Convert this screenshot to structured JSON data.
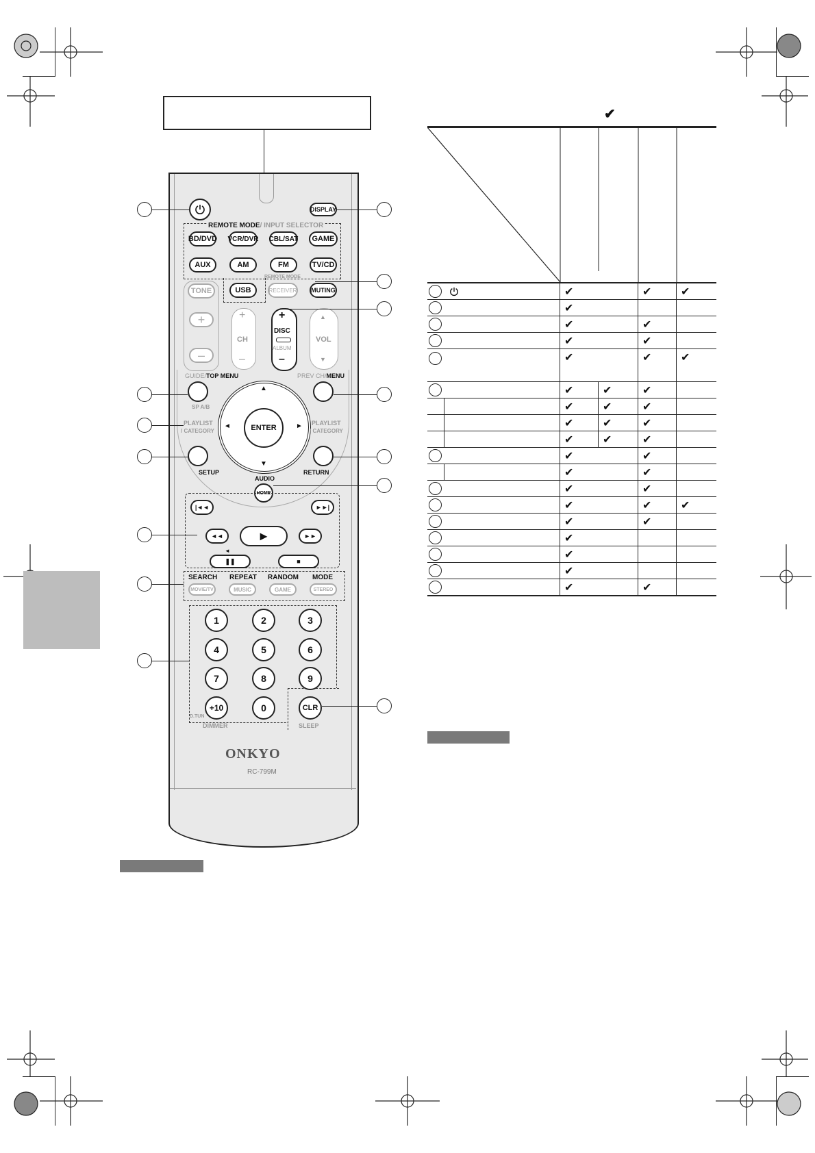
{
  "remote": {
    "model": "RC-799M",
    "brand": "ONKYO",
    "power_icon": "power-icon",
    "display_label": "DISPLAY",
    "remote_mode_label": "REMOTE MODE",
    "input_selector_label": "/ INPUT SELECTOR",
    "mode_buttons": [
      "BD/DVD",
      "VCR/DVR",
      "CBL/SAT",
      "GAME",
      "AUX",
      "AM",
      "FM",
      "TV/CD"
    ],
    "usb_label": "USB",
    "receiver_label": "RECEIVER",
    "remote_mode_small": "REMOTE MODE",
    "muting_label": "MUTING",
    "tone_label": "TONE",
    "plus": "+",
    "minus": "–",
    "ch_label": "CH",
    "disc_label": "DISC",
    "album_label": "ALBUM",
    "vol_label": "VOL",
    "guide_label": "GUIDE/",
    "top_menu_label": "TOP MENU",
    "prev_ch_label": "PREV CH/",
    "menu_label": "MENU",
    "sp_ab_label": "SP A/B",
    "playlist_label": "PLAYLIST",
    "category_left": "/ CATEGORY",
    "category_right": "/ CATEGORY",
    "enter_label": "ENTER",
    "setup_label": "SETUP",
    "return_label": "RETURN",
    "audio_label": "AUDIO",
    "home_label": "HOME",
    "search_label": "SEARCH",
    "repeat_label": "REPEAT",
    "random_label": "RANDOM",
    "mode_label": "MODE",
    "movie_tv_label": "MOVIE/TV",
    "music_label": "MUSIC",
    "game_small_label": "GAME",
    "stereo_label": "STEREO",
    "numbers": [
      "1",
      "2",
      "3",
      "4",
      "5",
      "6",
      "7",
      "8",
      "9",
      "+10",
      "0",
      "CLR"
    ],
    "dtun_label": "D.TUN",
    "dimmer_label": "DIMMER",
    "sleep_label": "SLEEP"
  },
  "legend_check": "✔",
  "table": {
    "rows": [
      {
        "icon": "power-icon",
        "c1": "✔",
        "c2": "",
        "c3": "✔",
        "c4": "✔"
      },
      {
        "c1": "✔",
        "c2": "",
        "c3": "",
        "c4": ""
      },
      {
        "c1": "✔",
        "c2": "",
        "c3": "✔",
        "c4": ""
      },
      {
        "c1": "✔",
        "c2": "",
        "c3": "✔",
        "c4": ""
      },
      {
        "c1": "✔",
        "c2": "",
        "c3": "✔",
        "c4": "✔"
      },
      {
        "c1": "✔",
        "c2": "✔",
        "c3": "✔",
        "c4": ""
      },
      {
        "c1": "✔",
        "c2": "✔",
        "c3": "✔",
        "c4": ""
      },
      {
        "c1": "✔",
        "c2": "✔",
        "c3": "✔",
        "c4": ""
      },
      {
        "c1": "✔",
        "c2": "✔",
        "c3": "✔",
        "c4": ""
      },
      {
        "c1": "✔",
        "c2": "",
        "c3": "✔",
        "c4": ""
      },
      {
        "c1": "✔",
        "c2": "",
        "c3": "✔",
        "c4": ""
      },
      {
        "c1": "✔",
        "c2": "",
        "c3": "✔",
        "c4": ""
      },
      {
        "c1": "✔",
        "c2": "",
        "c3": "✔",
        "c4": "✔"
      },
      {
        "c1": "✔",
        "c2": "",
        "c3": "✔",
        "c4": ""
      },
      {
        "c1": "✔",
        "c2": "",
        "c3": "",
        "c4": ""
      },
      {
        "c1": "✔",
        "c2": "",
        "c3": "",
        "c4": ""
      },
      {
        "c1": "✔",
        "c2": "",
        "c3": "",
        "c4": ""
      },
      {
        "c1": "✔",
        "c2": "",
        "c3": "✔",
        "c4": ""
      }
    ]
  }
}
